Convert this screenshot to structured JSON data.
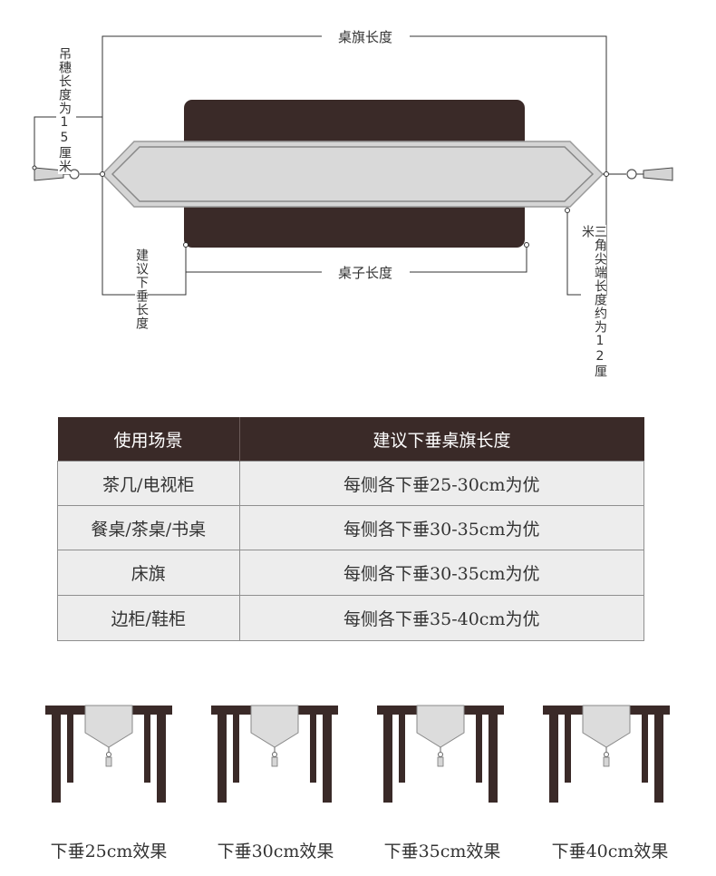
{
  "diagram": {
    "flag_length_label": "桌旗长度",
    "table_length_label": "桌子长度",
    "tassel_label": "吊穗长度为15厘米",
    "drop_label": "建议下垂长度",
    "tip_label": "三角尖端长度约为12厘米"
  },
  "table": {
    "headers": [
      "使用场景",
      "建议下垂桌旗长度"
    ],
    "rows": [
      [
        "茶几/电视柜",
        "每侧各下垂25-30cm为优"
      ],
      [
        "餐桌/茶桌/书桌",
        "每侧各下垂30-35cm为优"
      ],
      [
        "床旗",
        "每侧各下垂30-35cm为优"
      ],
      [
        "边柜/鞋柜",
        "每侧各下垂35-40cm为优"
      ]
    ]
  },
  "effects": [
    {
      "caption": "下垂25cm效果"
    },
    {
      "caption": "下垂30cm效果"
    },
    {
      "caption": "下垂35cm效果"
    },
    {
      "caption": "下垂40cm效果"
    }
  ],
  "colors": {
    "table_brown": "#3a2a28",
    "runner_gray": "#d9d9d9",
    "row_bg": "#ededed"
  }
}
